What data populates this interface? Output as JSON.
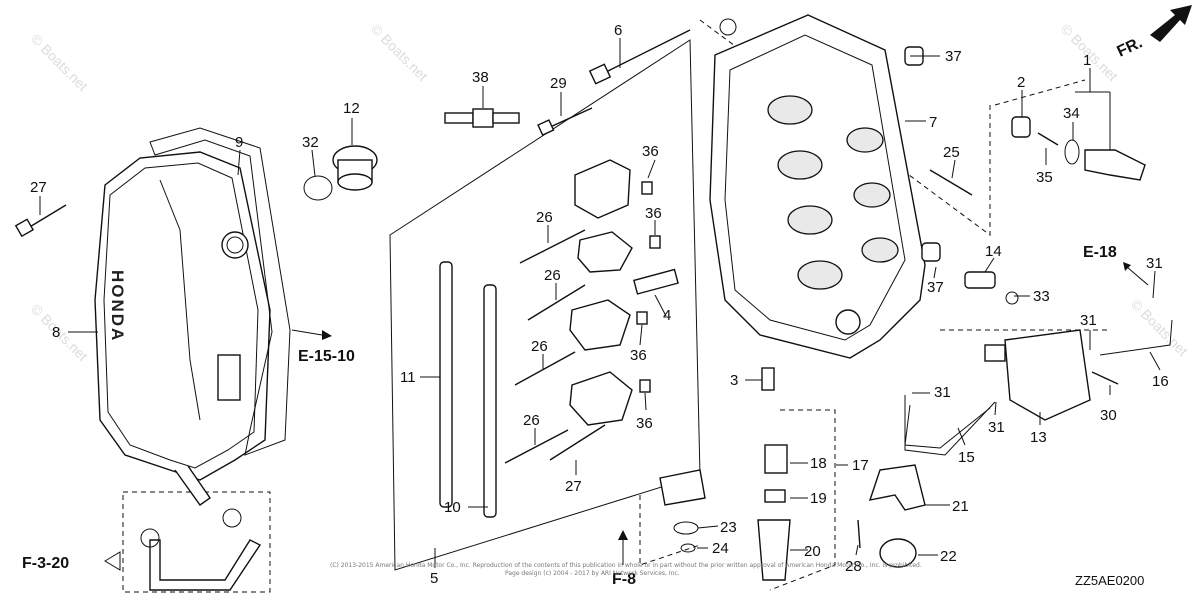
{
  "diagram": {
    "callouts": {
      "c1": "1",
      "c2": "2",
      "c3": "3",
      "c4": "4",
      "c5": "5",
      "c6": "6",
      "c7": "7",
      "c8": "8",
      "c9": "9",
      "c10": "10",
      "c11": "11",
      "c12": "12",
      "c13": "13",
      "c14": "14",
      "c15": "15",
      "c16": "16",
      "c17": "17",
      "c18": "18",
      "c19": "19",
      "c20": "20",
      "c21": "21",
      "c22": "22",
      "c23": "23",
      "c24": "24",
      "c25": "25",
      "c26a": "26",
      "c26b": "26",
      "c26c": "26",
      "c26d": "26",
      "c27a": "27",
      "c27b": "27",
      "c28": "28",
      "c29": "29",
      "c30": "30",
      "c31a": "31",
      "c31b": "31",
      "c31c": "31",
      "c31d": "31",
      "c32": "32",
      "c33": "33",
      "c34": "34",
      "c35": "35",
      "c36a": "36",
      "c36b": "36",
      "c36c": "36",
      "c36d": "36",
      "c37a": "37",
      "c37b": "37",
      "c38": "38"
    },
    "references": {
      "e15_10": "E-15-10",
      "e18": "E-18",
      "f3_20": "F-3-20",
      "f8": "F-8"
    },
    "front_marker": "FR.",
    "cover_brand": "HONDA",
    "diagram_code": "ZZ5AE0200",
    "copyright_line1": "(C) 2013-2015 American Honda Motor Co., Inc. Reproduction of the contents of this publication in whole or in part without the prior written approval of American Honda Motor Co., Inc. is prohibited.",
    "copyright_line2": "Page design (c) 2004 - 2017 by ARI Network Services, Inc.",
    "watermark": "© Boats.net"
  }
}
